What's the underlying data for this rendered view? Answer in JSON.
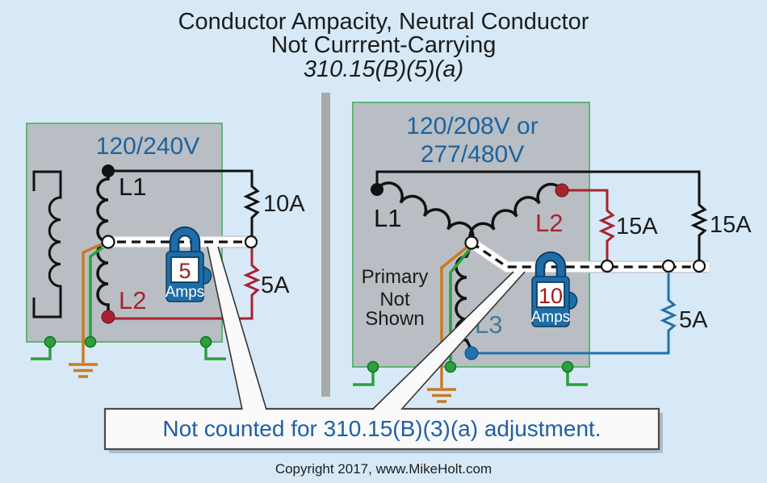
{
  "title": {
    "line1": "Conductor Ampacity, Neutral Conductor",
    "line2": "Not Currrent-Carrying",
    "line3": "310.15(B)(5)(a)"
  },
  "left_diagram": {
    "voltage": "120/240V",
    "l1": "L1",
    "l2": "L2",
    "load_top": "10A",
    "load_bottom": "5A",
    "clamp": {
      "value": "5",
      "unit": "Amps"
    }
  },
  "right_diagram": {
    "voltage_line1": "120/208V or",
    "voltage_line2": "277/480V",
    "l1": "L1",
    "l2": "L2",
    "l3": "L3",
    "primary_note_line1": "Primary",
    "primary_note_line2": "Not",
    "primary_note_line3": "Shown",
    "load_l2": "15A",
    "load_l1": "15A",
    "load_l3": "5A",
    "clamp": {
      "value": "10",
      "unit": "Amps"
    }
  },
  "callout": {
    "text": "Not counted for 310.15(B)(3)(a) adjustment."
  },
  "footer": {
    "copyright": "Copyright 2017, www.MikeHolt.com"
  },
  "colors": {
    "background": "#d7e9f7",
    "panel": "#b8bec3",
    "panel_border": "#5fb573",
    "accent_blue": "#1e639e",
    "phase_red": "#a8232e",
    "phase_blue": "#2071ae",
    "ground_green": "#2aa13b",
    "ground_orange": "#c97b20",
    "meter_blue": "#1d6da6",
    "callout_text": "#1f5fa8"
  }
}
